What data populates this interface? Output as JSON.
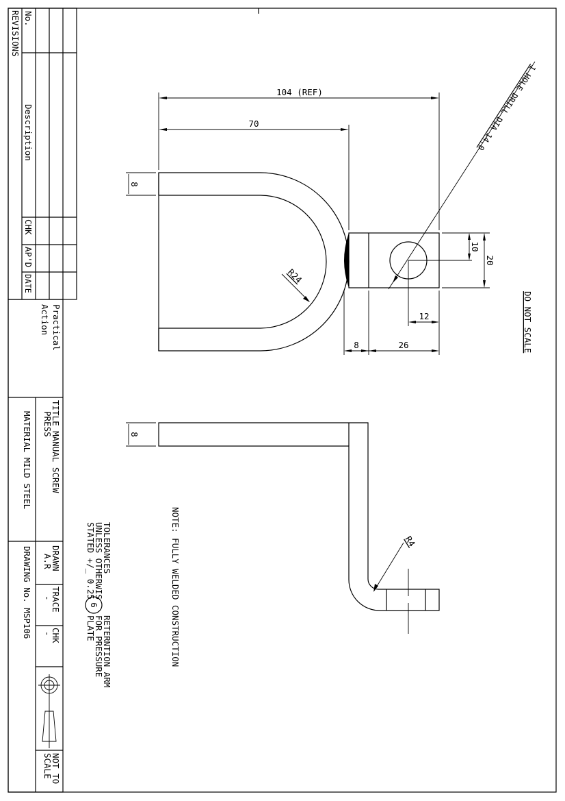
{
  "revisions": {
    "title": "REVISIONS",
    "headers": {
      "no": "No.",
      "description": "Description",
      "chk": "CHK",
      "apd": "AP'D",
      "date": "DATE"
    }
  },
  "title_block": {
    "company_line1": "Practical",
    "company_line2": "Action",
    "title_line1": "TITLE MANUAL  SCREW",
    "title_line2": "PRESS",
    "material": "MATERIAL  MILD STEEL",
    "drawn_label": "DRAWN",
    "drawn_value": "A.R",
    "trace_label": "TRACE",
    "trace_value": "-",
    "chk_label": "CHK",
    "chk_value": "-",
    "scale_line1": "NOT TO",
    "scale_line2": "SCALE",
    "drawing_no": "DRAWING No. MSP106"
  },
  "notes": {
    "tolerances": [
      "TOLERANCES",
      "UNLESS OTHERWIS",
      "STATED +/_ 0.25"
    ],
    "part_number": "6",
    "part_name": [
      "RETERNTION ARM",
      "FOR PRESSURE",
      "PLATE"
    ],
    "weld_note": "NOTE: FULLY WELDED CONSTRUCTION",
    "do_not_scale": "DO NOT SCALE",
    "hole_note": "1 HOLE DRILL DIA 14.0"
  },
  "dimensions": {
    "overall": "104 (REF)",
    "bend_length": "70",
    "bar_thickness_top": "8",
    "hole_offset_y": "10",
    "block_height": "20",
    "hole_offset_x": "12",
    "weld_width": "8",
    "block_width": "26",
    "bend_radius": "R24",
    "bar_thickness_side": "8",
    "side_radius": "R4"
  }
}
